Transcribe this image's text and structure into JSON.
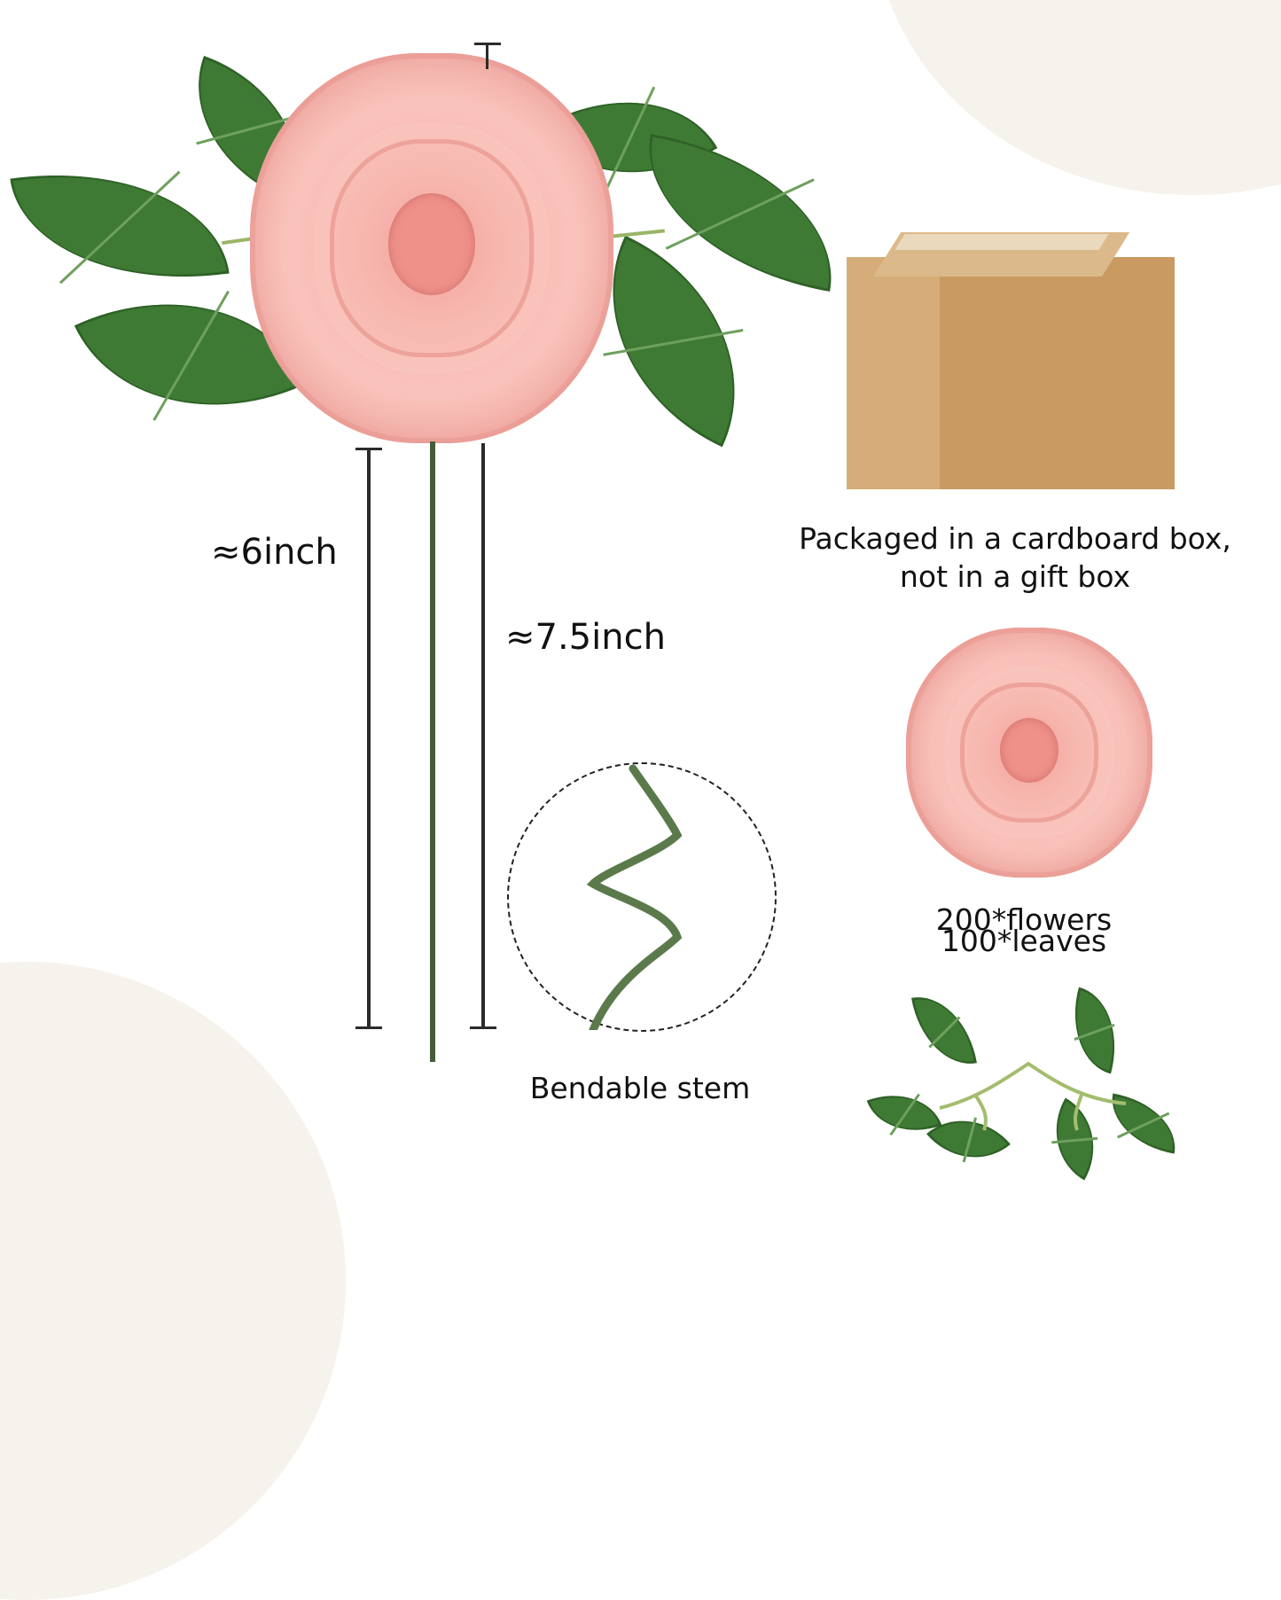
{
  "measurements": {
    "stem_short": "≈6inch",
    "stem_long": "≈7.5inch"
  },
  "packaging": {
    "note": "Packaged in a cardboard box,\nnot in a gift box",
    "note_line1": "Packaged in a cardboard box,",
    "note_line2": "not in a gift box"
  },
  "features": {
    "bendable_stem": "Bendable stem"
  },
  "contents": {
    "flowers": "200*flowers",
    "leaves": "100*leaves"
  },
  "colors": {
    "rose_pink": "#f7b9b1",
    "leaf_green": "#3f7a35",
    "stem_green": "#465d3a",
    "cardboard": "#d6ad78",
    "background_blob": "#f6f2ec"
  }
}
